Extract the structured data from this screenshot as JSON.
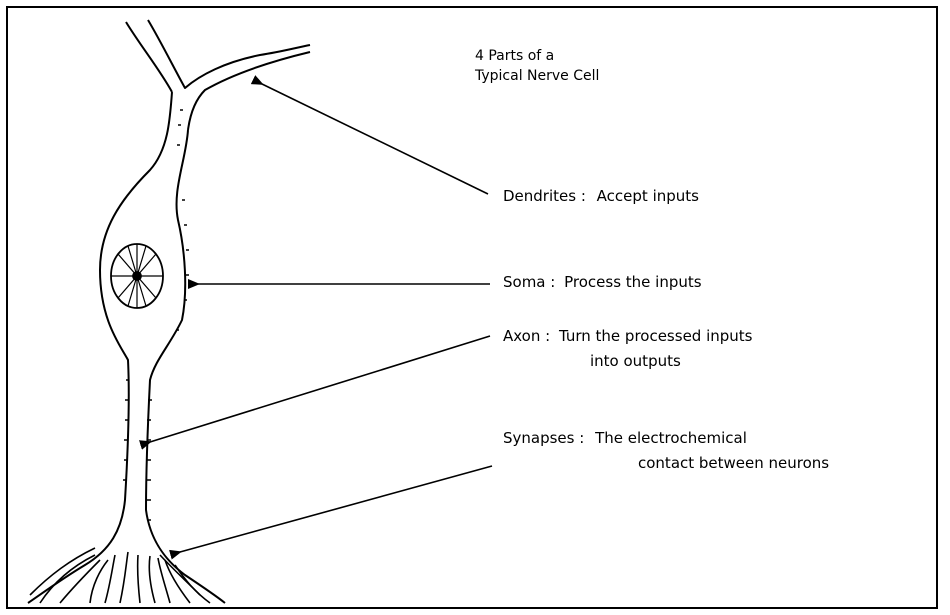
{
  "title": {
    "line1": "4 Parts of a",
    "line2": "Typical Nerve Cell"
  },
  "labels": {
    "dendrites": {
      "name": "Dendrites :",
      "desc": "Accept inputs"
    },
    "soma": {
      "name": "Soma :",
      "desc": "Process the inputs"
    },
    "axon": {
      "name": "Axon :",
      "desc_line1": "Turn the processed inputs",
      "desc_line2": "into outputs"
    },
    "synapses": {
      "name": "Synapses :",
      "desc_line1": "The electrochemical",
      "desc_line2": "contact between neurons"
    }
  },
  "colors": {
    "ink": "#000000",
    "background": "#ffffff"
  }
}
